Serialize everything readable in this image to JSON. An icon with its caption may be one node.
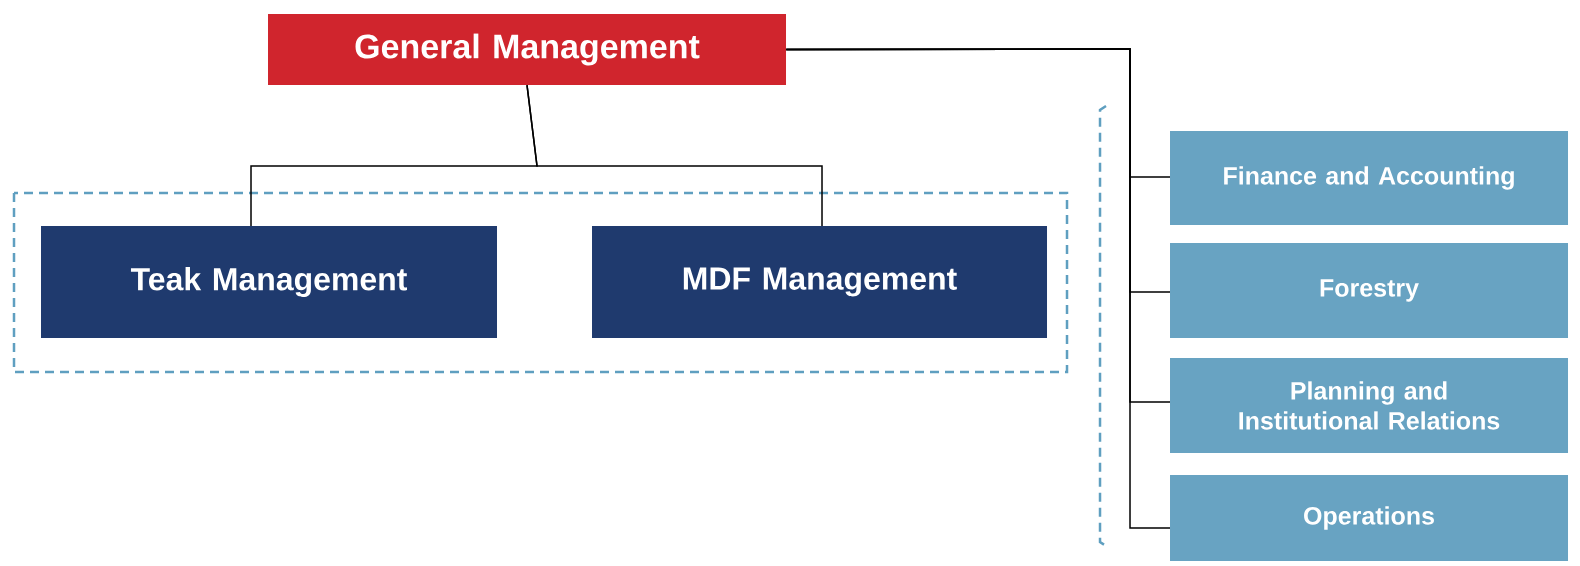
{
  "diagram": {
    "nodes": [
      {
        "text": [
          "General Management"
        ]
      },
      {
        "text": [
          "Teak Management"
        ]
      },
      {
        "text": [
          "MDF Management"
        ]
      },
      {
        "text": [
          "Finance and Accounting"
        ]
      },
      {
        "text": [
          "Forestry"
        ]
      },
      {
        "text": [
          "Planning and Institutional Relations"
        ]
      },
      {
        "text": [
          "Operations"
        ]
      }
    ],
    "edges": [
      {
        "from": 0,
        "to": 1,
        "arrow": "none"
      },
      {
        "from": 0,
        "to": 2,
        "arrow": "none"
      },
      {
        "from": 0,
        "to": 3,
        "arrow": "none"
      },
      {
        "from": 0,
        "to": 4,
        "arrow": "none"
      },
      {
        "from": 0,
        "to": 5,
        "arrow": "none"
      },
      {
        "from": 0,
        "to": 6,
        "arrow": "none"
      }
    ]
  }
}
